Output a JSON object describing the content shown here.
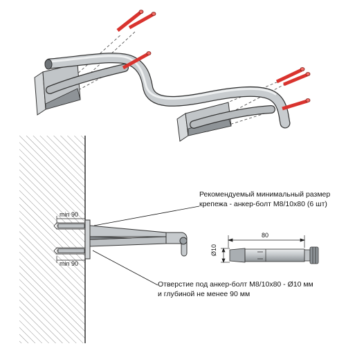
{
  "annotations": {
    "recommended_line1": "Рекомендуемый минимальный размер",
    "recommended_line2": "крепежа - анкер-болт М8/10x80  (6 шт)",
    "hole_line1": "Отверстие под анкер-болт М8/10x80 - Ø10 мм",
    "hole_line2": "и глубиной не менее 90 мм"
  },
  "dimensions": {
    "min_top": "min 90",
    "min_bottom": "min 90",
    "bolt_length": "80",
    "bolt_diameter": "Ø10"
  },
  "colors": {
    "anchor_red": "#d9332e",
    "metal": "#bfc3c6",
    "metal_dark": "#7a7f83",
    "outline": "#333333"
  }
}
